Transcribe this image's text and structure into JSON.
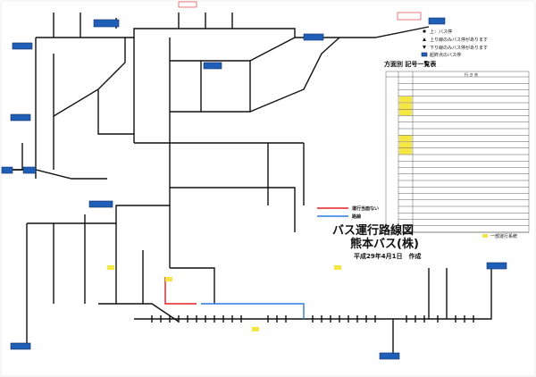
{
  "title": "バス運行路線図",
  "company": "熊本バス(株)",
  "date_note": "平成29年4月1日　作成",
  "route_table": {
    "heading": "方面別 記号一覧表",
    "col_header": "行 き 先",
    "rows": [
      "",
      "",
      "",
      "",
      "",
      "",
      "",
      "",
      "",
      "",
      "",
      "",
      "",
      "",
      "",
      "",
      "",
      "",
      "",
      "",
      "",
      "",
      "",
      ""
    ]
  },
  "legend": {
    "items": [
      {
        "label": "上：バス停"
      },
      {
        "label": "上り線のみバス停があります"
      },
      {
        "label": "下り線のみバス停があります"
      },
      {
        "label": "起終点のバス停"
      }
    ]
  },
  "line_legend": {
    "red_label": "運行当面ない",
    "blue_label": "路線",
    "box_label": "一部運行系統"
  },
  "colors": {
    "route": "#111111",
    "terminal": "#1f5fb8",
    "highlight": "#f6e640",
    "red": "#e02020",
    "blue": "#2a7be0"
  }
}
